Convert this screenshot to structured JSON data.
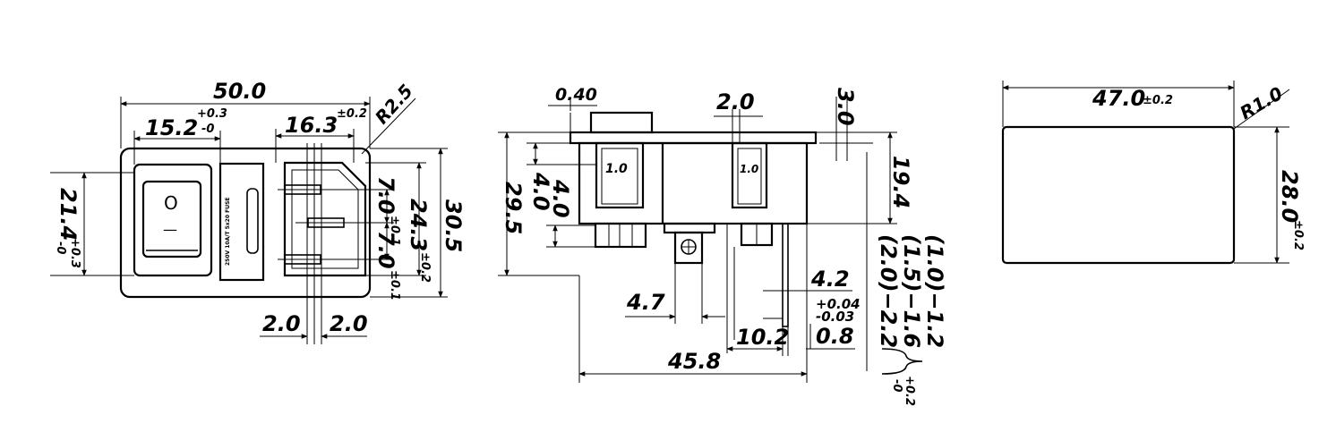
{
  "front": {
    "overall_width": "50.0",
    "switch_offset": "15.2",
    "switch_offset_tol": "+0.3\n-0",
    "inlet_width": "16.3",
    "inlet_width_tol": "±0.2",
    "corner_radius": "R2.5",
    "switch_height": "21.4",
    "switch_height_tol": "+0.3\n-0",
    "pin_pitch_1": "7.0",
    "pin_pitch_1_tol": "±0.1",
    "pin_pitch_2": "7.0",
    "pin_pitch_2_tol": "±0.1",
    "inlet_height": "24.3",
    "inlet_height_tol": "±0.2",
    "overall_height": "30.5",
    "pin_left": "2.0",
    "pin_right": "2.0",
    "switch_on_symbol": "O",
    "switch_off_symbol": "—",
    "fuse_text": "250V 10A/T 5x20 FUSE"
  },
  "side": {
    "flange_thickness": "0.40",
    "clip_width": "2.0",
    "clip_left": "1.0",
    "clip_right": "1.0",
    "top_dim": "3.0",
    "depth_right": "19.4",
    "depth_left": "29.5",
    "step_a": "4.0",
    "step_b": "4.0",
    "pin_offset": "4.7",
    "pin_width": "4.2",
    "pin_tol": "+0.04\n-0.03",
    "pin_distance": "10.2",
    "pin_thickness": "0.8",
    "overall_length": "45.8",
    "panel_1": "(1.0)−1.2",
    "panel_2": "(1.5)−1.6",
    "panel_3": "(2.0)−2.2",
    "panel_tol": "+0.2\n-0"
  },
  "cutout": {
    "width": "47.0",
    "width_tol": "±0.2",
    "height": "28.0",
    "height_tol": "±0.2",
    "radius": "R1.0"
  }
}
